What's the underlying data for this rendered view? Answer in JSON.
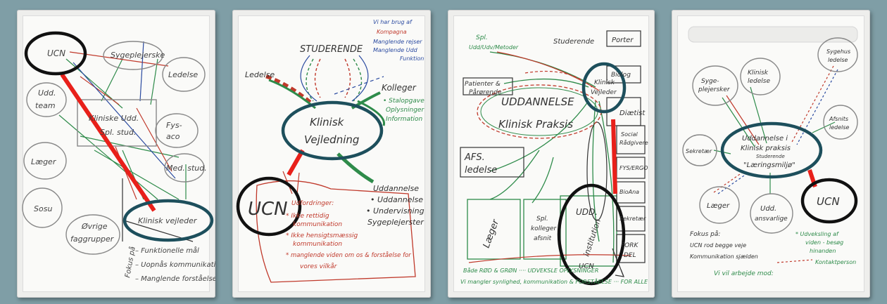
{
  "colors": {
    "background": "#7f9ea6",
    "ucn_ring": "#111111",
    "focus_ring": "#1d4f5c",
    "connector": "#e8201a",
    "pen_green": "#2e8b4a",
    "pen_red": "#c0392b",
    "pen_blue": "#2a4aa0",
    "pen_black": "#333333"
  },
  "panel1": {
    "ucn": "UCN",
    "sygeplejersker": "Sygeplejerske",
    "ledelse": "Ledelse",
    "udd_team": "Udd.",
    "udd_team2": "team",
    "kliniske_udd": "Kliniske Udd.",
    "spl_stud": "Spl. stud.",
    "fysio": "Fys-",
    "fysio2": "aco",
    "laeger": "Læger",
    "med_stud": "Med. stud.",
    "sosu": "Sosu",
    "ovrige": "Øvrige",
    "ovrige2": "faggrupper",
    "klinisk_vejleder": "Klinisk vejleder",
    "fokus": "Fokus på",
    "note1": "– Funktionelle mål",
    "note2": "– Uopnås kommunikation",
    "note3": "– Manglende forståelse"
  },
  "panel2": {
    "studerende": "STUDERENDE",
    "ledelse": "Ledelse",
    "kolleger": "Kolleger",
    "klinisk": "Klinisk",
    "vejledning": "Vejledning",
    "ucn": "UCN",
    "uddannelse": "Uddannelse",
    "b1": "• Uddannelse",
    "b2": "• Undervisning",
    "syge": "Sygeplejerster",
    "top1": "Vi har brug af",
    "top2": "Kompagna",
    "top3": "Manglende rejser",
    "top4": "Manglende Udd",
    "top5": "Funktion",
    "k1": "• Stalopgave",
    "k2": "Oplysninger",
    "k3": "Information",
    "red_head": "Udfordringer:",
    "r1": "* Ikke rettidig",
    "r1b": "kommunikation",
    "r2": "* Ikke hensigtsmæssig",
    "r2b": "kommunikation",
    "r3": "* manglende viden om os & forståelse for",
    "r3b": "vores vilkår"
  },
  "panel3": {
    "spl": "Spl.",
    "spl2": "Udd/Udv/Metoder",
    "studerende": "Studerende",
    "porter": "Porter",
    "patienter": "Patienter &",
    "patienter2": "Pårørende",
    "klinisk_vejleder": "Klinisk",
    "klinisk_vejleder2": "Vejleder",
    "biolog": "Biolog",
    "uddannelse": "UDDANNELSE",
    "klinisk_praksis": "Klinisk Praksis",
    "diaetist": "Diætist",
    "social": "Social",
    "social2": "Rådgivere",
    "fys_ergo": "FYS/ERGO",
    "afs": "AFS.",
    "ledelse": "ledelse",
    "bioana": "BioAna",
    "laeger": "Læger",
    "spl_kolleger": "Spl.",
    "spl_kolleger2": "kolleger",
    "spl_kolleger3": "afsnit",
    "udd": "UDD.",
    "institution": "institution",
    "ucn": "UCN",
    "sekretaer": "Sekretær",
    "forkl": "FORK",
    "forkl2": "DEL",
    "bottom1": "Både RØD & GRØN ···· UDVEKSLE OPLYSNINGER",
    "bottom2": "Vi mangler synlighed, kommunikation & FORSTÅELSE ··· FOR ALLE"
  },
  "panel4": {
    "sygeplejersker": "Syge-",
    "sygeplejersker2": "plejersker",
    "klinisk_ledelse": "Klinisk",
    "klinisk_ledelse2": "ledelse",
    "sygehus_ledelse": "Sygehus",
    "sygehus_ledelse2": "ledelse",
    "afsnits_ledelse": "Afsnits",
    "afsnits_ledelse2": "ledelse",
    "sekretaer": "Sekretær",
    "center1": "Uddannelse i",
    "center2": "Klinisk praksis",
    "center3": "Studerende",
    "center4": "\"Læringsmiljø\"",
    "laeger": "Læger",
    "udd_ansvarlige": "Udd.",
    "udd_ansvarlige2": "ansvarlige",
    "ucn": "UCN",
    "fokus": "Fokus på:",
    "f1": "UCN rod begge veje",
    "f2": "Kommunikation sjælden",
    "f3": "Vi vil arbejde mod:",
    "udv1": "* Udveksling af",
    "udv2": "viden - besøg",
    "udv3": "hinanden",
    "kontakt": "Kontaktperson"
  }
}
